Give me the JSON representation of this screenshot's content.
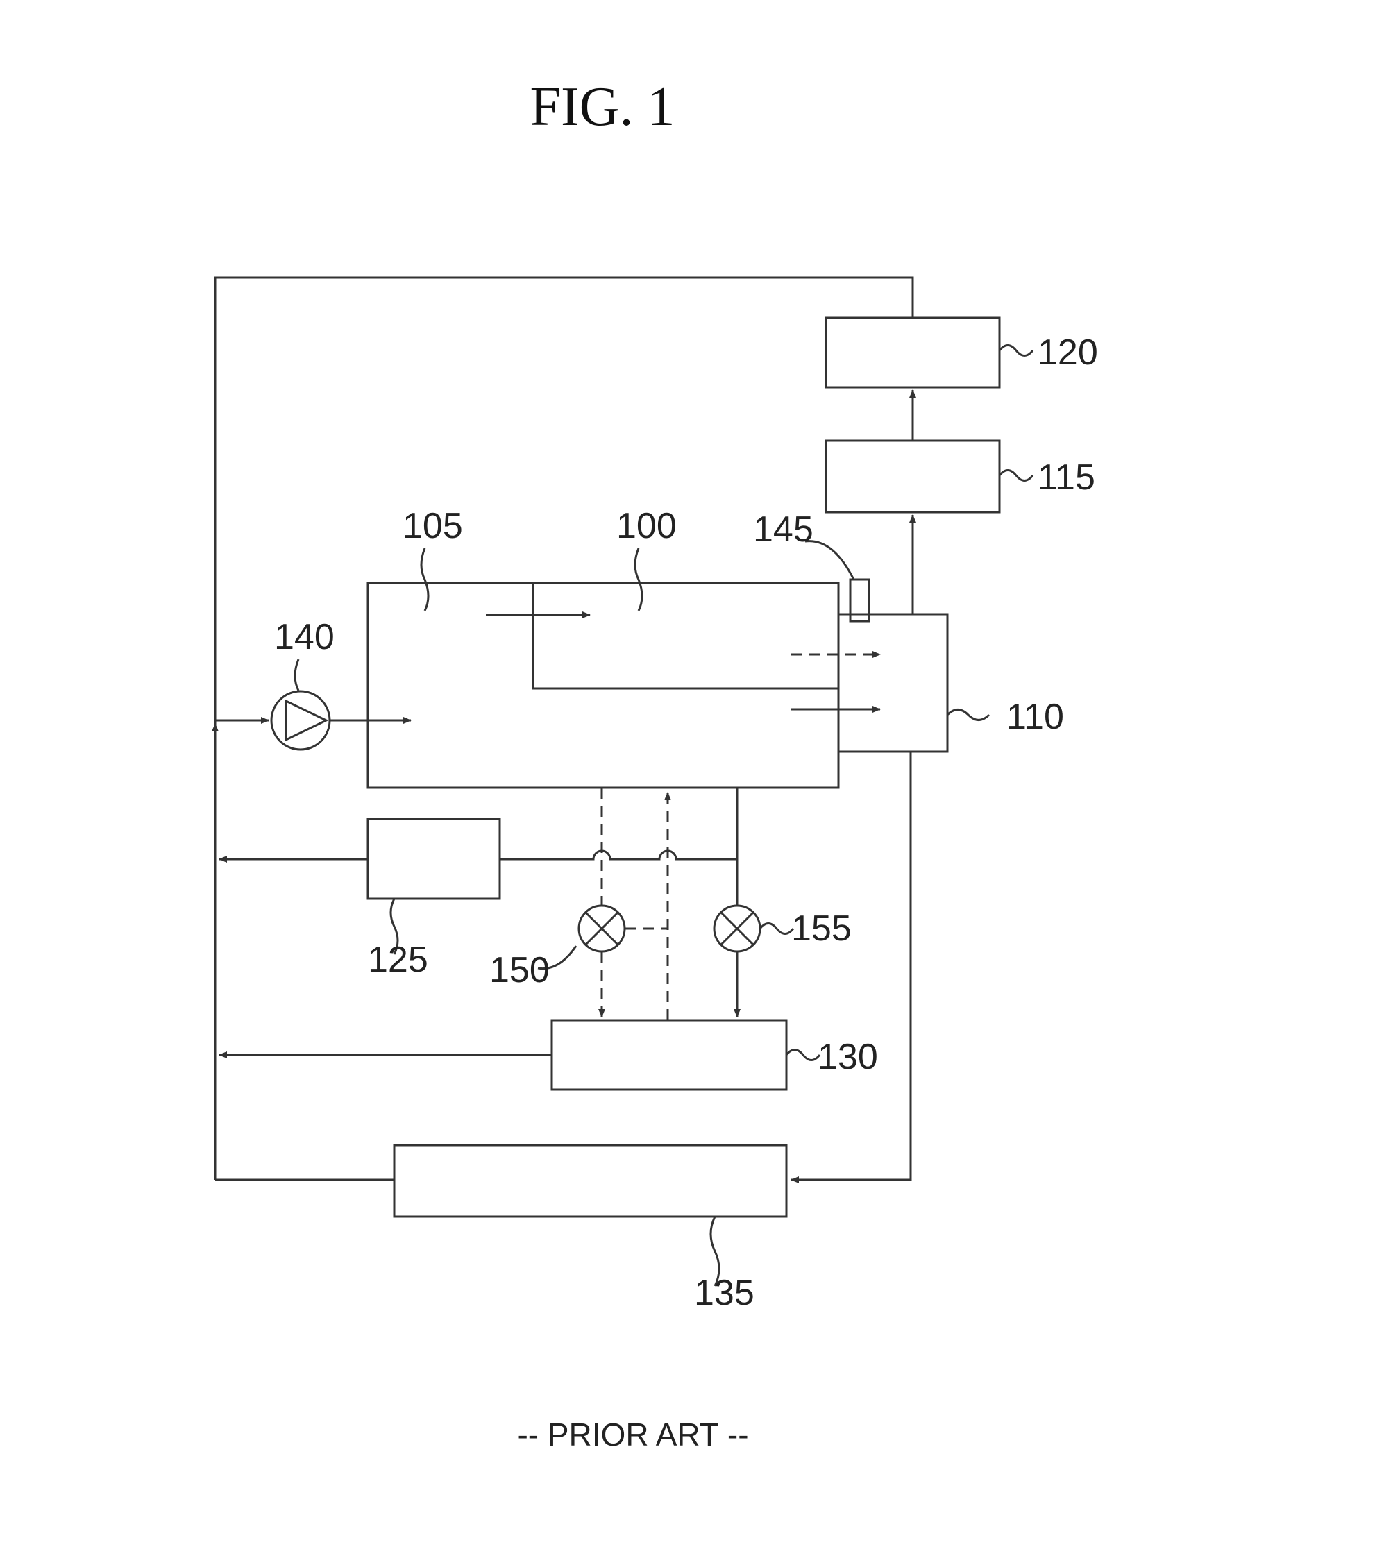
{
  "figure": {
    "title": "FIG. 1",
    "footer": "-- PRIOR ART --"
  },
  "labels": {
    "n100": "100",
    "n105": "105",
    "n110": "110",
    "n115": "115",
    "n120": "120",
    "n125": "125",
    "n130": "130",
    "n135": "135",
    "n140": "140",
    "n145": "145",
    "n150": "150",
    "n155": "155"
  }
}
